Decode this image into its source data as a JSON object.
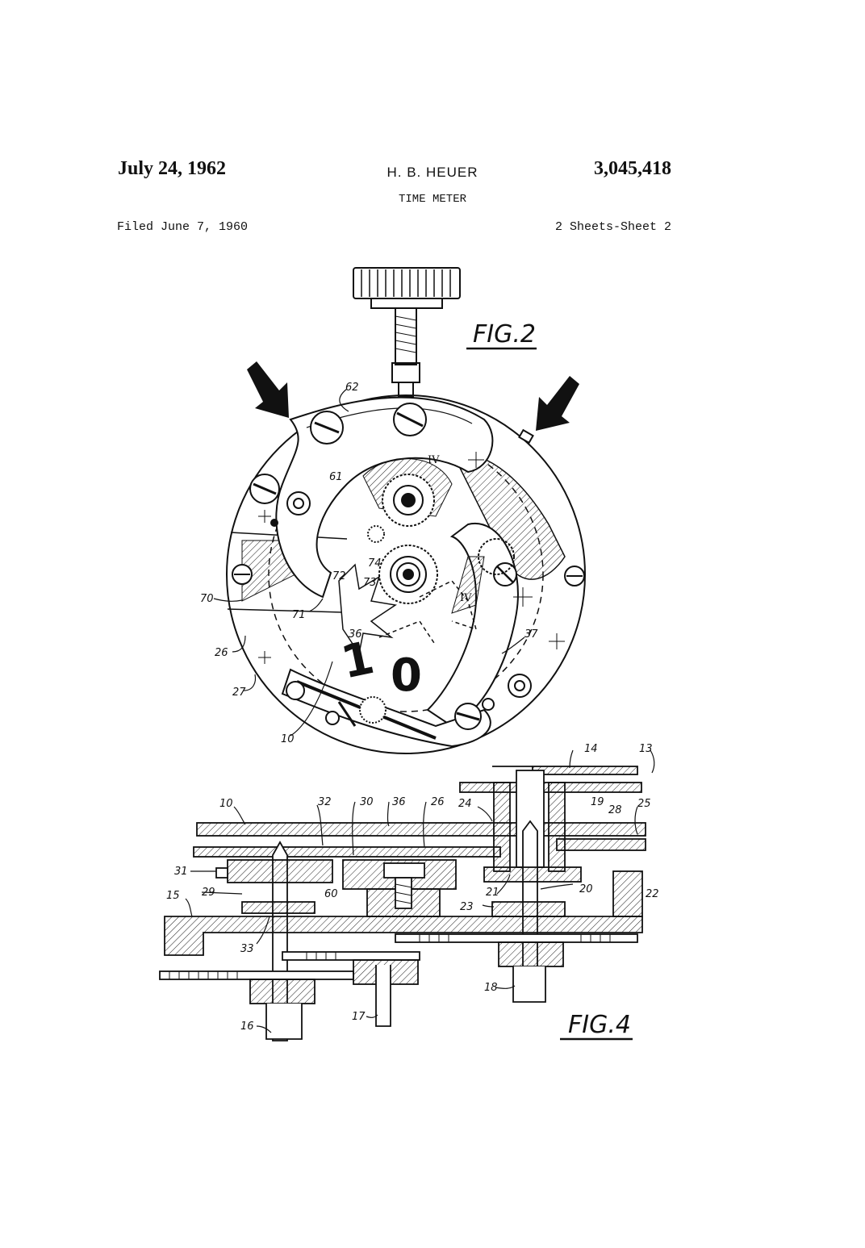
{
  "header": {
    "date": "July 24, 1962",
    "inventor": "H. B. HEUER",
    "patent_number": "3,045,418",
    "title": "TIME METER",
    "filed": "Filed June 7, 1960",
    "sheets": "2 Sheets-Sheet 2"
  },
  "fig2": {
    "label": "FIG.2",
    "dial_digits": [
      "1",
      "0"
    ],
    "reference_numerals": [
      "62",
      "61",
      "IV",
      "74",
      "72",
      "73",
      "71",
      "70",
      "36",
      "26",
      "27",
      "10",
      "37",
      "IV"
    ]
  },
  "fig4": {
    "label": "FIG.4",
    "reference_numerals": [
      "14",
      "13",
      "10",
      "32",
      "30",
      "36",
      "26",
      "24",
      "19",
      "28",
      "25",
      "31",
      "60",
      "29",
      "21",
      "20",
      "22",
      "15",
      "23",
      "33",
      "18",
      "16",
      "17"
    ]
  }
}
